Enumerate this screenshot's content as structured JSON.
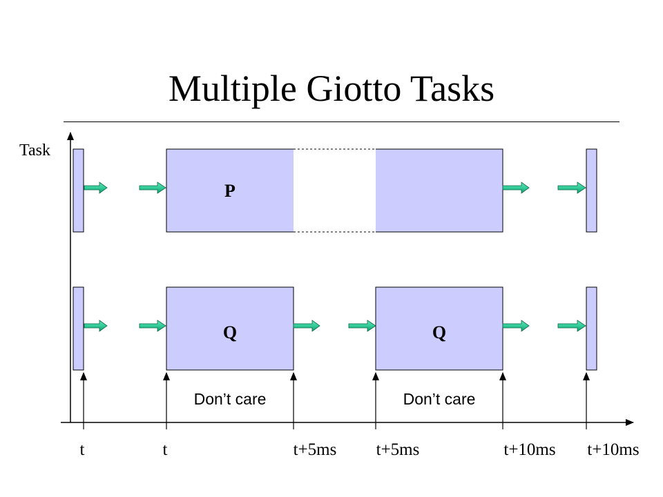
{
  "slide": {
    "title": "Multiple Giotto Tasks",
    "y_axis_label": "Task"
  },
  "tasks": {
    "p_label": "P",
    "q_label_1": "Q",
    "q_label_2": "Q"
  },
  "notes": {
    "dont_care_1": "Don’t care",
    "dont_care_2": "Don’t care"
  },
  "ticks": [
    "t",
    "t",
    "t+5ms",
    "t+5ms",
    "t+10ms",
    "t+10ms"
  ],
  "colors": {
    "task_fill": "#ccccff",
    "arrow_green": "#33cc99"
  }
}
